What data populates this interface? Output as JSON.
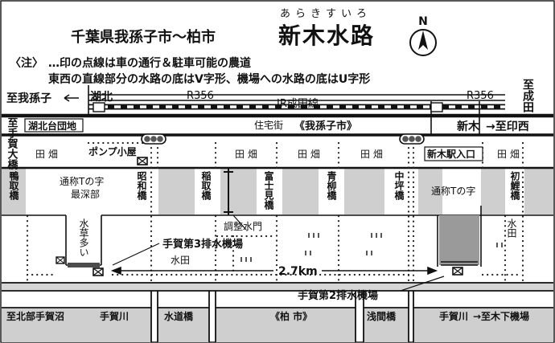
{
  "header": {
    "area": "千葉県我孫子市〜柏市",
    "title": "新木水路",
    "furigana": "あらきすいろ",
    "note_label": "〈注〉",
    "note_line1": "…印の点線は車の通行＆駐車可能の農道",
    "note_line2": "東西の直線部分の水路の底はV字形、機場への水路の底はU字形"
  },
  "compass": {
    "label": "N",
    "icon": "north-arrow-icon"
  },
  "roads": {
    "to_abiko": "至我孫子",
    "to_narita": "至成田",
    "to_teganoohashi": "至手賀大橋",
    "to_inzai": "→至印西",
    "to_kitabuteganuma": "至北部手賀沼",
    "to_kitoroshi": "→至木下機場",
    "r356_left": "R356",
    "r356_right": "R356"
  },
  "places": {
    "kohoku": "湖北",
    "araki": "新木",
    "kohokudai": "湖北台団地",
    "jr_line": "JR成田線",
    "residential": "住宅街",
    "abiko_city": "《我孫子市》",
    "kashiwa_city": "《柏 市》",
    "araki_exit": "新木駅入口",
    "pump_hut": "ポンプ小屋",
    "sluice": "調整水門",
    "pump3": "手賀第3排水機場",
    "pump2": "手賀第2排水機場",
    "distance": "2.7km",
    "t_left_1": "通称Tの字",
    "t_left_2": "最深部",
    "t_right": "通称Tの字",
    "suisou": "水草多い",
    "tega_river_left": "手賀川",
    "tega_river_right": "手賀川",
    "field": "田 畑",
    "paddy": "水田"
  },
  "bridges": {
    "shigitori": "鴨取橋",
    "showa": "昭和橋",
    "inatori": "稲取橋",
    "fujimi": "富士見橋",
    "aoyagi": "青柳橋",
    "nakatsubo": "中坪橋",
    "hatsugoi": "初鯉橋",
    "suido": "水道橋",
    "sengen": "浅間橋"
  },
  "colors": {
    "ink": "#111111",
    "road_gray": "#cfcfcf",
    "pond_gray": "#9a9a9a"
  }
}
